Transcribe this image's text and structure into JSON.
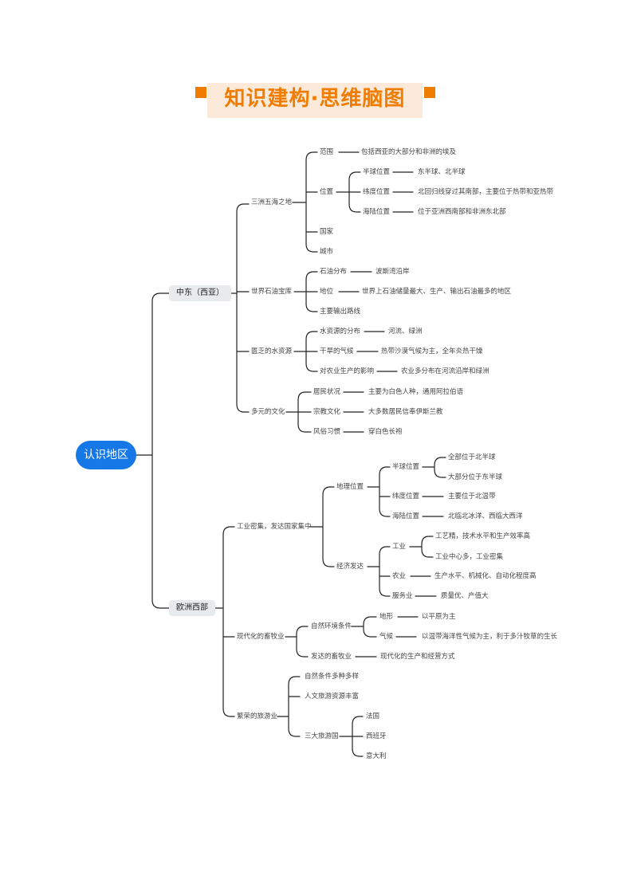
{
  "title": "知识建构·思维脑图",
  "root": "认识地区",
  "middle_east": {
    "label": "中东（西亚）",
    "scope": {
      "label": "三洲五海之地",
      "range_label": "范围",
      "range_value": "包括西亚的大部分和非洲的埃及",
      "position_label": "位置",
      "hemisphere_label": "半球位置",
      "hemisphere_value": "东半球、北半球",
      "latitude_label": "纬度位置",
      "latitude_value": "北回归线穿过其南部，主要位于热带和亚热带",
      "sealand_label": "海陆位置",
      "sealand_value": "位于亚洲西南部和非洲东北部",
      "country": "国家",
      "city": "城市"
    },
    "oil": {
      "label": "世界石油宝库",
      "dist_label": "石油分布",
      "dist_value": "波斯湾沿岸",
      "status_label": "地位",
      "status_value": "世界上石油储量最大、生产、输出石油最多的地区",
      "route": "主要输出路线"
    },
    "water": {
      "label": "匮乏的水资源",
      "dist_label": "水资源的分布",
      "dist_value": "河流、绿洲",
      "climate_label": "干旱的气候",
      "climate_value": "热带沙漠气候为主，全年炎热干燥",
      "impact_label": "对农业生产的影响",
      "impact_value": "农业多分布在河流沿岸和绿洲"
    },
    "culture": {
      "label": "多元的文化",
      "residents_label": "居民状况",
      "residents_value": "主要为白色人种，通用阿拉伯语",
      "religion_label": "宗教文化",
      "religion_value": "大多数居民信奉伊斯兰教",
      "custom_label": "风俗习惯",
      "custom_value": "穿白色长袍"
    }
  },
  "west_europe": {
    "label": "欧洲西部",
    "industry": {
      "label": "工业密集，发达国家集中",
      "geo_label": "地理位置",
      "hemisphere_label": "半球位置",
      "hemisphere_values": [
        "全部位于北半球",
        "大部分位于东半球"
      ],
      "latitude_label": "纬度位置",
      "latitude_value": "主要位于北温带",
      "sealand_label": "海陆位置",
      "sealand_value": "北临北冰洋、西临大西洋",
      "econ_label": "经济发达",
      "ind_label": "工业",
      "ind_values": [
        "工艺精，技术水平和生产效率高",
        "工业中心多，工业密集"
      ],
      "agri_label": "农业",
      "agri_value": "生产水平、机械化、自动化程度高",
      "service_label": "服务业",
      "service_value": "质量优、产值大"
    },
    "livestock": {
      "label": "现代化的畜牧业",
      "env_label": "自然环境条件",
      "terrain_label": "地形",
      "terrain_value": "以平原为主",
      "climate_label": "气候",
      "climate_value": "以温带海洋性气候为主，利于多汁牧草的生长",
      "dev_label": "发达的畜牧业",
      "dev_value": "现代化的生产和经营方式"
    },
    "tourism": {
      "label": "繁荣的旅游业",
      "natural": "自然条件多种多样",
      "human": "人文旅游资源丰富",
      "big3_label": "三大旅游国",
      "countries": [
        "法国",
        "西班牙",
        "意大利"
      ]
    }
  }
}
